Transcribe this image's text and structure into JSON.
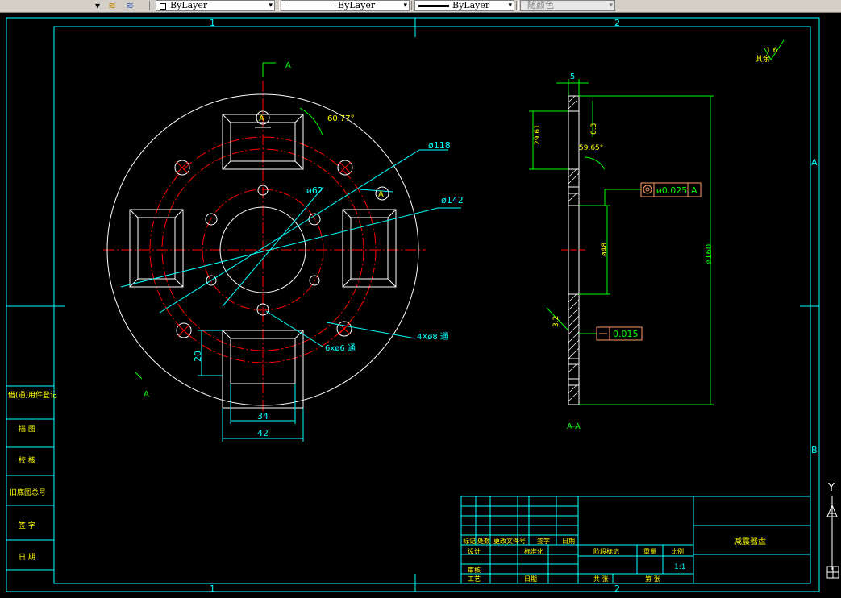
{
  "toolbar": {
    "layer_label": "ByLayer",
    "linetype_label": "ByLayer",
    "lineweight_label": "ByLayer",
    "color_label": "随颜色",
    "dropdown_arrow": "▾",
    "icons": [
      "layer-icon",
      "layers-stack-icon"
    ]
  },
  "frame": {
    "zone_top_1": "1",
    "zone_top_2": "2",
    "zone_bottom_1": "1",
    "zone_bottom_2": "2",
    "zone_right_a": "A",
    "zone_right_b": "B"
  },
  "side_labels": [
    "借(通)用件登记",
    "描 图",
    "校 核",
    "旧底图总号",
    "签 字",
    "日 期"
  ],
  "front_view": {
    "section_mark_top": "A",
    "section_mark_bottom": "A",
    "angle_label": "60.77°",
    "datum_a": "A",
    "datum_a_right": "A",
    "dim_d118": "ø118",
    "dim_d62": "ø62",
    "dim_d142": "ø142",
    "dim_4x_holes": "4Xø8 通",
    "dim_6x_holes": "6xø6 通",
    "dim_20": "20",
    "dim_34": "34",
    "dim_42": "42"
  },
  "section_view": {
    "dim_5": "5",
    "dim_29_61": "29.61",
    "dim_0_3": "0.3",
    "angle_label": "59.65°",
    "tol_flatness": "ø0.025",
    "tol_datum": "A",
    "dim_d48": "ø48",
    "dim_d160": "ø160",
    "roughness": "3.2",
    "tol_straightness": "0.015",
    "section_label": "A-A"
  },
  "roughness_corner": {
    "value": "1.6",
    "text": "其余"
  },
  "title_block": {
    "row_labels": [
      "标记",
      "处数",
      "更改文件号",
      "签字",
      "日期"
    ],
    "designer": "设计",
    "standardization": "标准化",
    "stage_mark": "阶段标记",
    "weight": "重量",
    "scale": "比例",
    "scale_value": "1:1",
    "reviewer": "审核",
    "process": "工艺",
    "approve_date": "日期",
    "sheets_total": "共 张",
    "sheet_num": "第 张",
    "drawing_name": "减震器盘"
  },
  "ucs": {
    "y_label": "Y"
  }
}
